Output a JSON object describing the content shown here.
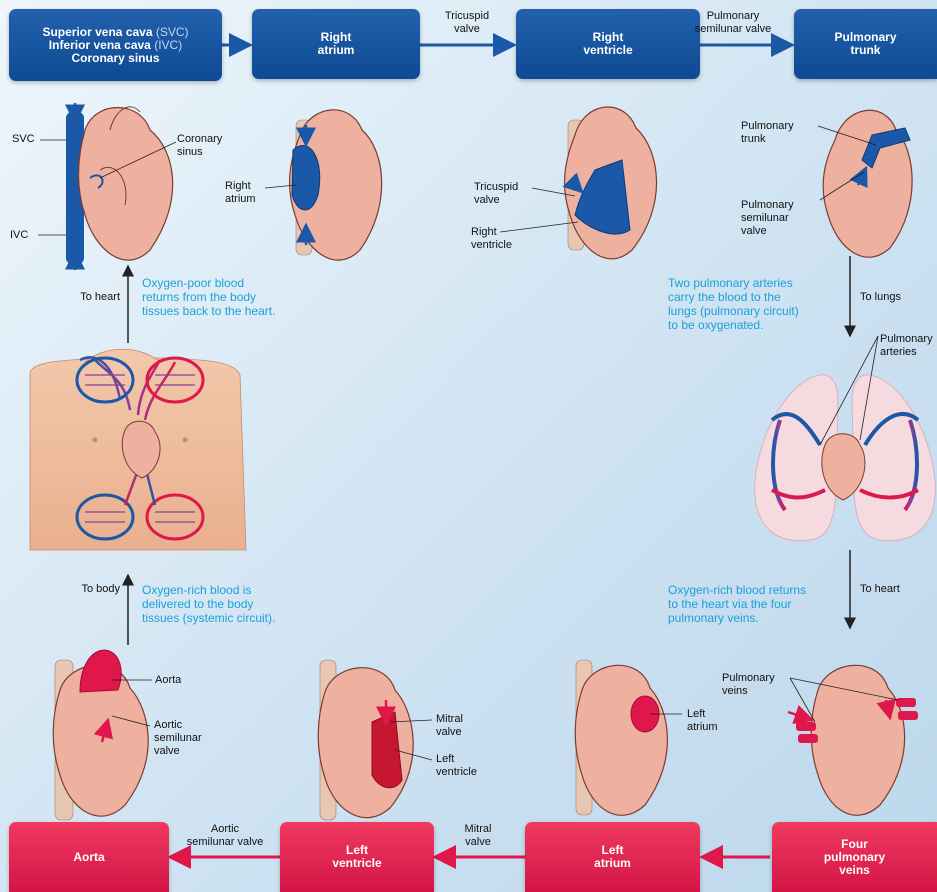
{
  "boxes": {
    "source_line1": "Superior vena cava",
    "source_line1_abbr": "(SVC)",
    "source_line2": "Inferior vena cava",
    "source_line2_abbr": "(IVC)",
    "source_line3": "Coronary sinus",
    "right_atrium": "Right\natrium",
    "right_ventricle": "Right\nventricle",
    "pulmonary_trunk": "Pulmonary\ntrunk",
    "aorta": "Aorta",
    "left_ventricle": "Left\nventricle",
    "left_atrium": "Left\natrium",
    "four_pulmonary_veins": "Four\npulmonary\nveins"
  },
  "connectors": {
    "tricuspid_valve": "Tricuspid\nvalve",
    "pulmonary_semilunar_valve": "Pulmonary\nsemilunar valve",
    "aortic_semilunar_valve": "Aortic\nsemilunar valve",
    "mitral_valve": "Mitral\nvalve"
  },
  "labels": {
    "svc": "SVC",
    "ivc": "IVC",
    "coronary_sinus": "Coronary\nsinus",
    "right_atrium": "Right\natrium",
    "tricuspid_valve": "Tricuspid\nvalve",
    "right_ventricle": "Right\nventricle",
    "pulmonary_trunk": "Pulmonary\ntrunk",
    "pulmonary_semilunar_valve": "Pulmonary\nsemilunar\nvalve",
    "pulmonary_arteries": "Pulmonary\narteries",
    "pulmonary_veins": "Pulmonary\nveins",
    "left_atrium": "Left\natrium",
    "mitral_valve": "Mitral\nvalve",
    "left_ventricle": "Left\nventricle",
    "aorta": "Aorta",
    "aortic_semilunar_valve": "Aortic\nsemilunar\nvalve"
  },
  "flow": {
    "to_heart_left": "To heart",
    "to_lungs": "To lungs",
    "to_heart_right": "To heart",
    "to_body": "To body"
  },
  "notes": {
    "oxygen_poor": "Oxygen-poor blood\nreturns from the body\ntissues back to the heart.",
    "pulmonary_circuit": "Two pulmonary arteries\ncarry the blood to the\nlungs (pulmonary circuit)\nto be oxygenated.",
    "oxygen_rich_returns": "Oxygen-rich blood returns\nto the heart via the four\npulmonary veins.",
    "oxygen_rich_delivered": "Oxygen-rich blood is\ndelivered to the body\ntissues (systemic circuit)."
  },
  "colors": {
    "oxygen_poor": "#0e4a93",
    "oxygen_rich": "#e0174a",
    "note_text": "#1aa0d8",
    "heart": "#eeb1a0",
    "skin": "#f0c2a4"
  }
}
